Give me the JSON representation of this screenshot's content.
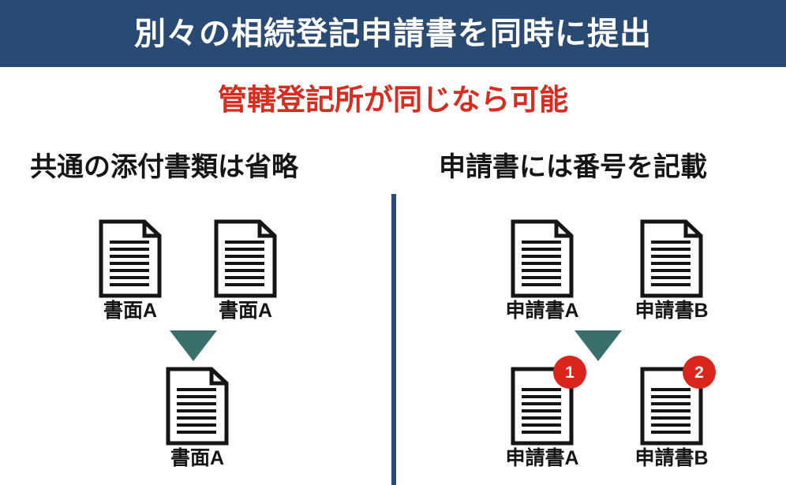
{
  "header": {
    "title": "別々の相続登記申請書を同時に提出",
    "background_color": "#294a72",
    "text_color": "#ffffff"
  },
  "subtitle": {
    "text": "管轄登記所が同じなら可能",
    "color": "#d92b20"
  },
  "divider": {
    "color": "#294a72"
  },
  "colors": {
    "navy": "#294a72",
    "red": "#d92b20",
    "badge_red": "#d9251c",
    "teal": "#3b6f6b",
    "ink": "#151515"
  },
  "left_column": {
    "heading": "共通の添付書類は省略",
    "top_documents": [
      {
        "label": "書面A",
        "icon": "document-icon",
        "folded_corner": true
      },
      {
        "label": "書面A",
        "icon": "document-icon",
        "folded_corner": true
      }
    ],
    "arrow": {
      "icon": "arrow-down-triangle-icon",
      "color": "#3b6f6b"
    },
    "result_documents": [
      {
        "label": "書面A",
        "icon": "document-icon",
        "folded_corner": true
      }
    ]
  },
  "right_column": {
    "heading": "申請書には番号を記載",
    "top_documents": [
      {
        "label": "申請書A",
        "icon": "document-icon",
        "folded_corner": true
      },
      {
        "label": "申請書B",
        "icon": "document-icon",
        "folded_corner": true
      }
    ],
    "arrow": {
      "icon": "arrow-down-triangle-icon",
      "color": "#3b6f6b"
    },
    "result_documents": [
      {
        "label": "申請書A",
        "icon": "document-icon",
        "folded_corner": false,
        "badge": "1"
      },
      {
        "label": "申請書B",
        "icon": "document-icon",
        "folded_corner": false,
        "badge": "2"
      }
    ]
  }
}
